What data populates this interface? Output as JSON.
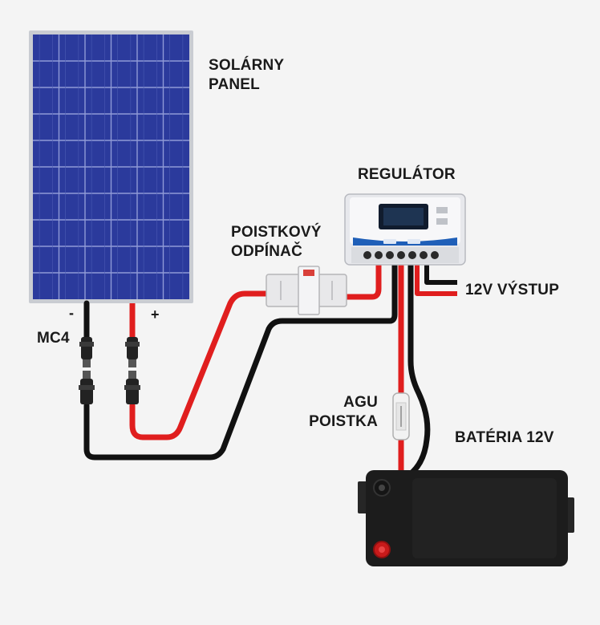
{
  "labels": {
    "solar_panel_line1": "SOLÁRNY",
    "solar_panel_line2": "PANEL",
    "regulator": "REGULÁTOR",
    "fuse_switch_line1": "POISTKOVÝ",
    "fuse_switch_line2": "ODPÍNAČ",
    "output": "12V VÝSTUP",
    "mc4": "MC4",
    "minus": "-",
    "plus": "+",
    "agu_fuse_line1": "AGU",
    "agu_fuse_line2": "POISTKA",
    "battery": "BATÉRIA 12V"
  },
  "colors": {
    "background": "#f4f4f4",
    "panel_cell": "#2b3a9c",
    "panel_frame": "#c9ccd2",
    "wire_red": "#e01e1e",
    "wire_black": "#111111",
    "regulator_body": "#f0f0f2",
    "regulator_accent": "#1f5fb8",
    "battery_body": "#1c1c1c"
  }
}
